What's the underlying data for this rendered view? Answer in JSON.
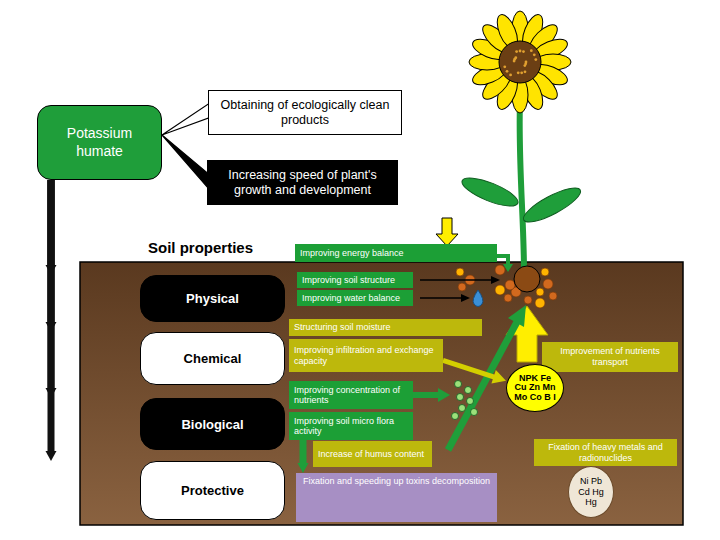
{
  "diagram": {
    "nodes": [
      {
        "text": [
          "Potassium humate"
        ]
      },
      {
        "text": [
          "Obtaining of ecologically clean products"
        ]
      },
      {
        "text": [
          "Increasing speed of plant's growth and development"
        ]
      },
      {
        "text": [
          "Soil properties"
        ]
      },
      {
        "text": [
          "Physical"
        ],
        "in": 3
      },
      {
        "text": [
          "Chemical"
        ],
        "in": 3
      },
      {
        "text": [
          "Biological"
        ],
        "in": 3
      },
      {
        "text": [
          "Protective"
        ],
        "in": 3
      },
      {
        "text": [
          "Improving energy balance"
        ]
      },
      {
        "text": [
          "Improving soil structure"
        ],
        "in": 3
      },
      {
        "text": [
          "Improving water balance"
        ],
        "in": 3
      },
      {
        "text": [
          "Structuring soil moisture"
        ],
        "in": 3
      },
      {
        "text": [
          "Improving infiltration and exchange capacity"
        ],
        "in": 3
      },
      {
        "text": [
          "Improvement of nutrients transport"
        ],
        "in": 3
      },
      {
        "text": [
          "NPK Fe Cu Zn Mn Mo Co B I"
        ],
        "in": 3
      },
      {
        "text": [
          "Improving concentration of nutrients"
        ],
        "in": 3
      },
      {
        "text": [
          "Improving soil micro flora activity"
        ],
        "in": 3
      },
      {
        "text": [
          "Increase of humus content"
        ],
        "in": 3
      },
      {
        "text": [
          "Fixation of heavy metals and radionuclides"
        ],
        "in": 3
      },
      {
        "text": [
          "Fixation and speeding up toxins decomposition"
        ],
        "in": 3
      },
      {
        "text": [
          "Ni Pb Cd Hg Hg"
        ],
        "in": 3
      }
    ],
    "edges": [
      {
        "from": 0,
        "to": 1,
        "arrow": "none"
      },
      {
        "from": 0,
        "to": 2,
        "arrow": "none"
      },
      {
        "from": 0,
        "to": 4,
        "arrow": "to"
      },
      {
        "from": 0,
        "to": 5,
        "arrow": "to"
      },
      {
        "from": 0,
        "to": 6,
        "arrow": "to"
      },
      {
        "from": 0,
        "to": 7,
        "arrow": "to"
      },
      {
        "from": 12,
        "to": 14,
        "arrow": "to"
      },
      {
        "from": 16,
        "to": 19,
        "arrow": "to"
      }
    ]
  }
}
